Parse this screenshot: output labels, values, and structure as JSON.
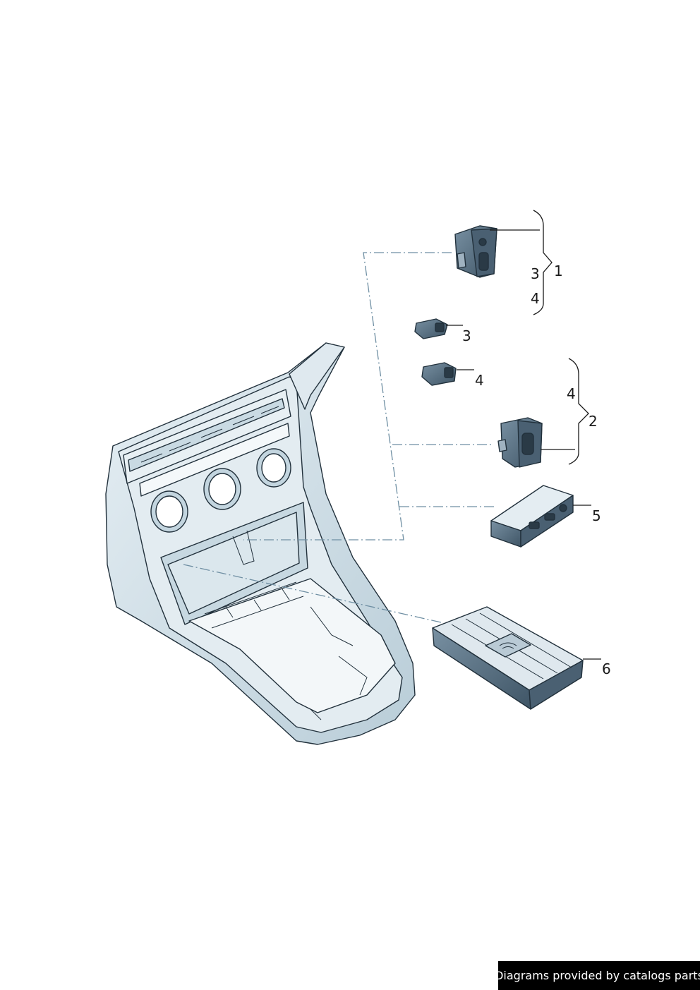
{
  "callouts": {
    "c1": "1",
    "c2": "2",
    "c3_bracket": "3",
    "c4_bracket": "4",
    "c3_part": "3",
    "c4_part": "4",
    "c4_bracket2": "4",
    "c5": "5",
    "c6": "6"
  },
  "footer": {
    "credit": "Diagrams provided by catalogs parts"
  },
  "colors": {
    "console_fill": "#d5e3ea",
    "part_fill": "#5c7487",
    "line_color": "#22313c",
    "dash_color": "#6f8fa3"
  }
}
